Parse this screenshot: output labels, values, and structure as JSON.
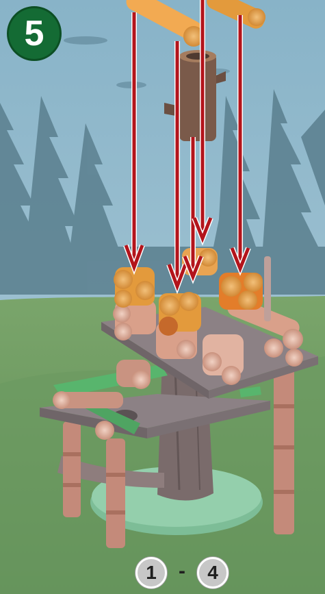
{
  "step": {
    "number": "5"
  },
  "piece_range": {
    "from": "1",
    "separator": "-",
    "to": "4"
  },
  "colors": {
    "sky": "#7fa9c0",
    "grass": "#6f9a5e",
    "arrow": "#b3141b",
    "badge": "#146b34",
    "log_orange": "#e39a3c",
    "log_pink": "#d9a08a",
    "platform_grey": "#8c8185",
    "trunk": "#7a6b6b",
    "base": "#7dbd97",
    "plank_green": "#58b56d"
  },
  "icons": [
    "down-arrow-icon"
  ]
}
